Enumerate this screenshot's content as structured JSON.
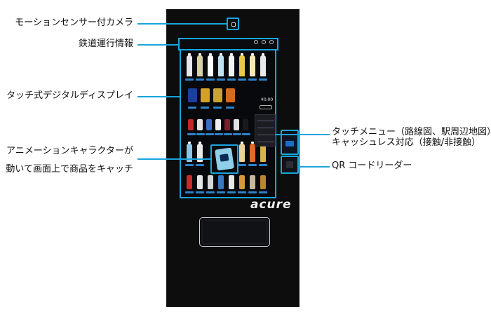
{
  "labels": {
    "motion_camera": "モーションセンサー付カメラ",
    "rail_info": "鉄道運行情報",
    "touch_display": "タッチ式デジタルディスプレイ",
    "animation_line1": "アニメーションキャラクターが",
    "animation_line2": "動いて画面上で商品をキャッチ",
    "touch_menu_line1": "タッチメニュー（路線図、駅周辺地図）",
    "touch_menu_line2": "キャッシュレス対応（接触/非接触）",
    "qr_reader": "QR コードリーダー"
  },
  "machine": {
    "brand_logo": "acure"
  },
  "colors": {
    "accent": "#18a6e0",
    "machine_body": "#0d0d0e"
  }
}
